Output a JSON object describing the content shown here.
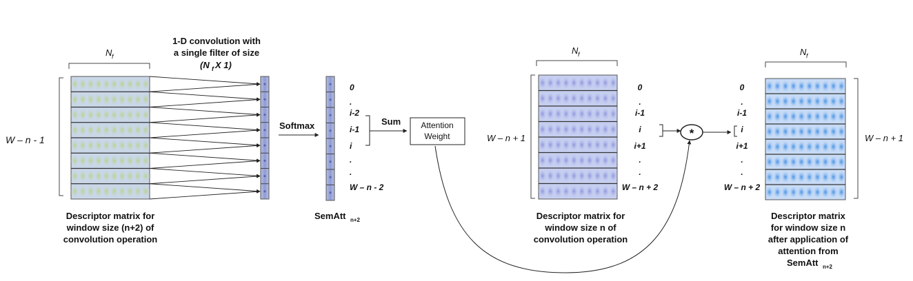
{
  "labels": {
    "nf": "N",
    "nf_sub": "f",
    "conv_line1": "1-D convolution with",
    "conv_line2": "a single filter of size",
    "conv_line3_open": "(N",
    "conv_line3_sub": "f",
    "conv_line3_close": " X 1)",
    "softmax": "Softmax",
    "sum": "Sum",
    "attention_line1": "Attention",
    "attention_line2": "Weight",
    "star": "*",
    "w_n_minus_1": "W – n - 1",
    "w_n_plus_1_mid": "W – n + 1",
    "w_n_plus_1_right": "W – n + 1"
  },
  "index_sematt": [
    "0",
    ".",
    "i-2",
    "i-1",
    "i",
    ".",
    ".",
    "W – n - 2"
  ],
  "index_mid": [
    "0",
    ".",
    "i-1",
    "i",
    "i+1",
    ".",
    ".",
    "W – n + 2"
  ],
  "index_right": [
    "0",
    ".",
    "i-1",
    "i",
    "i+1",
    ".",
    ".",
    "W – n + 2"
  ],
  "captions": {
    "left_1": "Descriptor matrix for",
    "left_2": "window size (n+2) of",
    "left_3": "convolution operation",
    "sematt": "SemAtt",
    "sematt_sub": "n+2",
    "mid_1": "Descriptor matrix for",
    "mid_2": "window size n of",
    "mid_3": "convolution operation",
    "right_1": "Descriptor matrix",
    "right_2": "for window size n",
    "right_3": "after application of",
    "right_4": "attention from",
    "right_5": "SemAtt",
    "right_5_sub": "n+2"
  },
  "colors": {
    "matrix_left_fill": "#c9d7e8",
    "matrix_left_dot": "#b8d28a",
    "matrix_mid_fill": "#c6cff0",
    "matrix_mid_dot": "#8c94dc",
    "matrix_right_fill": "#c7dbf6",
    "matrix_right_dot": "#3f8fe6",
    "vector_fill": "#9aa6d8",
    "line": "#222222"
  }
}
